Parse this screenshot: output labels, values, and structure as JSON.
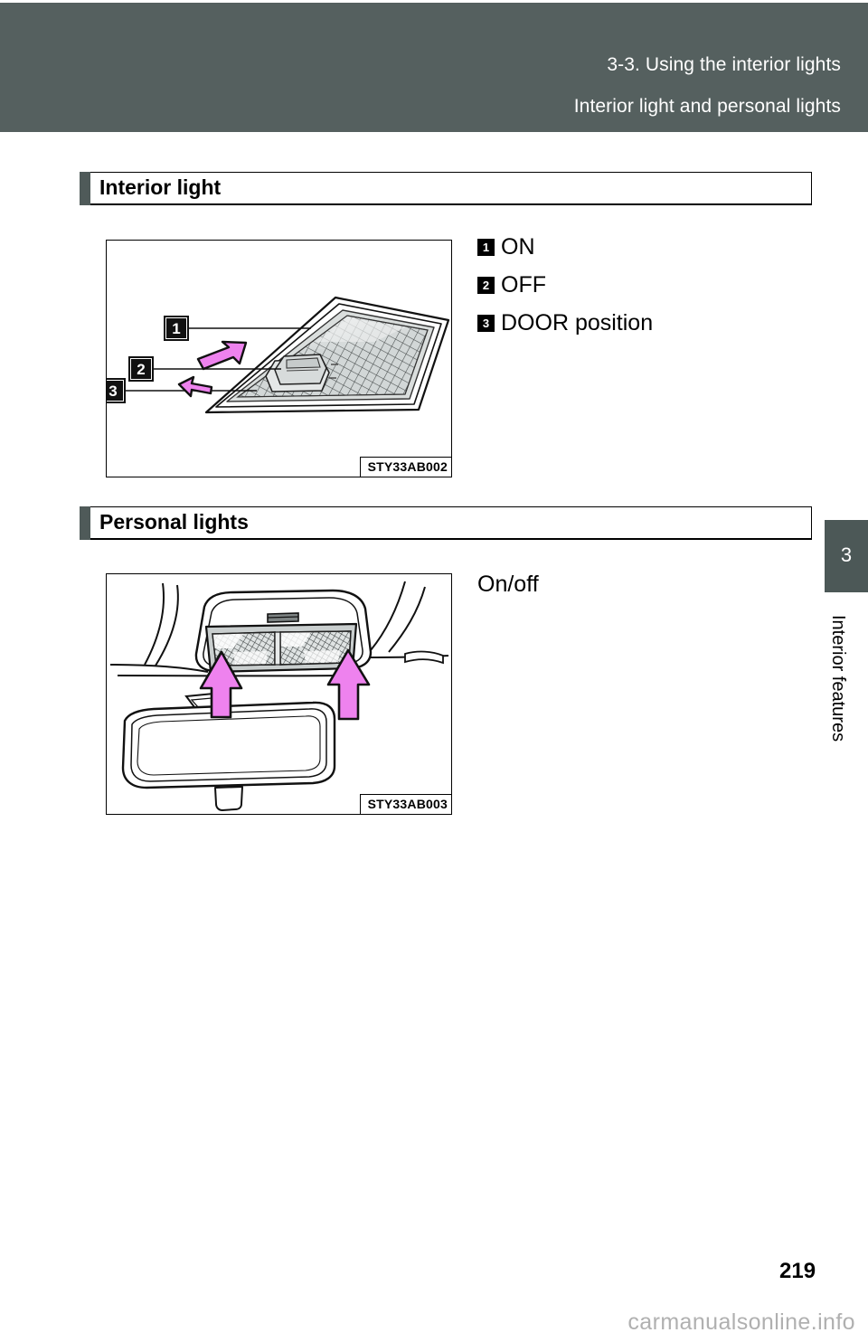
{
  "header": {
    "chapter_line": "3-3. Using the interior lights",
    "topic_line": "Interior light and personal lights"
  },
  "chapter_tab": {
    "number": "3",
    "label": "Interior features"
  },
  "sections": [
    {
      "title": "Interior light",
      "figure": {
        "caption": "STY33AB002",
        "alt": "overhead-dome-light-with-slider-switch"
      },
      "callouts": [
        {
          "number": "1",
          "label": "ON"
        },
        {
          "number": "2",
          "label": "OFF"
        },
        {
          "number": "3",
          "label": "DOOR position"
        }
      ]
    },
    {
      "title": "Personal lights",
      "figure": {
        "caption": "STY33AB003",
        "alt": "rear-view-mirror-and-overhead-personal-lights"
      },
      "callouts": [],
      "plain_label": "On/off"
    }
  ],
  "figure_markers": {
    "dome_light_callouts": [
      "1",
      "2",
      "3"
    ]
  },
  "footer": {
    "page_number": "219",
    "watermark": "carmanualsonline.info"
  },
  "colors": {
    "header_band": "#55605f",
    "chapter_tab": "#4c5857",
    "heading_marker": "#4f5a59",
    "arrow_pink": "#ee82ee",
    "lens_gray": "#d8dcdc",
    "watermark_gray": "#b0b0b0"
  }
}
